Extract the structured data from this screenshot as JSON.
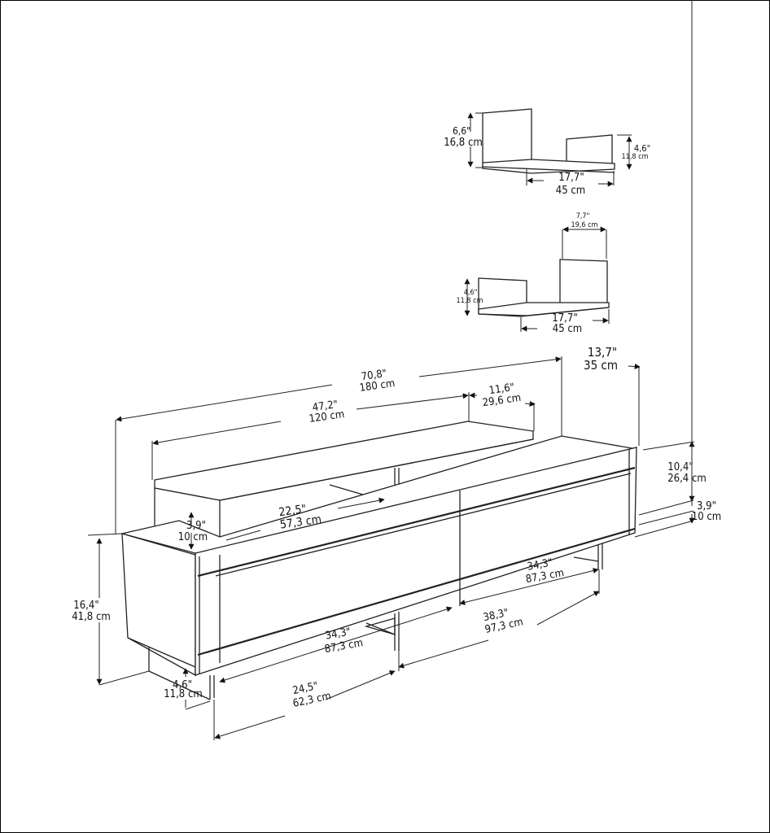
{
  "shelf_top": {
    "height_left": [
      "6,6\"",
      "16,8 cm"
    ],
    "height_right": [
      "4,6\"",
      "11,8 cm"
    ],
    "width": [
      "17,7\"",
      "45 cm"
    ]
  },
  "shelf_bottom": {
    "panel_width": [
      "7,7\"",
      "19,6 cm"
    ],
    "height_left": [
      "4,6\"",
      "11,8 cm"
    ],
    "width": [
      "17,7\"",
      "45 cm"
    ]
  },
  "tv_unit": {
    "total_width": [
      "70,8\"",
      "180 cm"
    ],
    "upper_width": [
      "47,2\"",
      "120 cm"
    ],
    "upper_depth": [
      "11,6\"",
      "29,6 cm"
    ],
    "total_depth": [
      "13,7\"",
      "35 cm"
    ],
    "right_height": [
      "10,4\"",
      "26,4 cm"
    ],
    "right_leg_height": [
      "3,9\"",
      "10 cm"
    ],
    "open_niche": [
      "22,5\"",
      "57,3 cm"
    ],
    "upper_height": [
      "3,9\"",
      "10 cm"
    ],
    "total_height": [
      "16,4\"",
      "41,8 cm"
    ],
    "right_door": [
      "34,3\"",
      "87,3 cm"
    ],
    "left_door": [
      "34,3\"",
      "87,3 cm"
    ],
    "leg_spacing": [
      "38,3\"",
      "97,3 cm"
    ],
    "leg_offset": [
      "24,5\"",
      "62,3 cm"
    ],
    "leg_height": [
      "4,6\"",
      "11,8 cm"
    ]
  }
}
